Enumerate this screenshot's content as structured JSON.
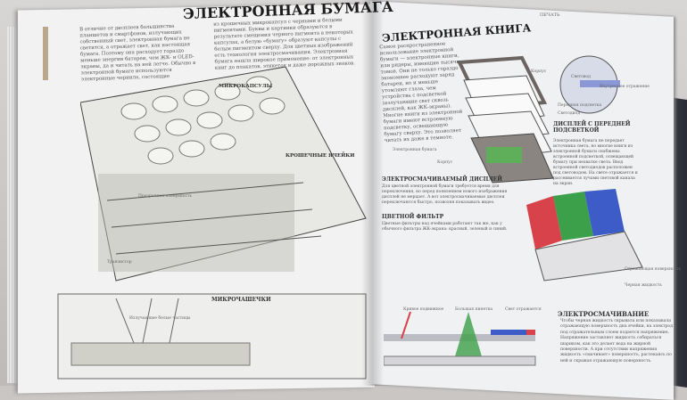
{
  "left_page": {
    "title": "ЭЛЕКТРОННАЯ БУМАГА",
    "intro_col1": "В отличие от дисплеев большинства планшетов и смартфонов, излучающих собственный свет, электронная бумага не светится, а отражает свет, как настоящая бумага. Поэтому она расходует гораздо меньше энергии батареи, чем ЖК- и OLED-экраны, да и читать на ней легче. Обычно в электронной бумаге используются электронные чернила, состоящие",
    "intro_col2": "из крошечных микрокапсул с черными и белыми пигментами. Буквы и картинки образуются в результате смещения черного пигмента в некоторых капсулах, а белую «бумагу» образуют капсулы с белым пигментом сверху. Для цветных изображений есть технология электросмачивания. Электронная бумага нашла широкое применение: от электронных книг до плакатов, этикеток и даже дорожных знаков.",
    "microcapsules_head": "МИКРОКАПСУЛЫ",
    "tiny_cells_head": "КРОШЕЧНЫЕ ЯЧЕЙКИ",
    "transistor_label": "Транзистор",
    "front_surface_label": "Прозрачная поверхность",
    "microcups_head": "МИКРОЧАШЕЧКИ",
    "white_particle_label": "Излучающее белые частицы"
  },
  "right_page": {
    "running_head": "ПЕЧАТЬ",
    "ebook_title": "ЭЛЕКТРОННАЯ КНИГА",
    "ebook_body": "Самое распространенное использование электронной бумаги — электронные книги, или ридеры, имеющие тысячи томов. Они не только гораздо экономнее расходуют заряд батареи, но и меньше утомляют глаза, чем устройства с подсветкой (излучающие свет сквозь дисплей, как ЖК-экраны). Многие книги из электронной бумаги имеют встроенную подсветку, освещающую бумагу сверху. Это позволяет читать их даже в темноте.",
    "labels": {
      "case_top": "Корпус",
      "light_guide": "Световод",
      "internal_reflection": "Внутреннее отражение",
      "front_light": "Передняя подсветка",
      "led": "Светодиод",
      "epaper": "Электронная бумага",
      "case_bottom": "Корпус"
    },
    "front_light_head": "ДИСПЛЕЙ С ПЕРЕДНЕЙ ПОДСВЕТКОЙ",
    "front_light_body": "Электронная бумага не передает источника света, но многие книги из электронной бумаги снабжены встроенной подсветкой, освещающей бумагу при нехватке света. Ввод встроенной светодиодов расположен под световодом. На свете отражается и рассеивается лучами световой канала на экран.",
    "electrowetting_display_head": "ЭЛЕКТРОСМАЧИВАЕМЫЙ ДИСПЛЕЙ",
    "electrowetting_display_body": "Для цветной электронной бумаги требуется время для переключения, но перед появлением нового изображения дисплей не мерцает. А вот электросмачиваемые дисплеи переключаются быстро, позволяя показывать видео.",
    "color_filter_head": "ЦВЕТНОЙ ФИЛЬТР",
    "color_filter_body": "Цветные фильтры над ячейками работают так же, как у обычного фильтра ЖК-экрана: красный, зеленый и синий.",
    "side_labels": [
      "Отражающая поверхность",
      "Черная жидкость"
    ],
    "bottom_labels": [
      "Кривое подвижное",
      "Большая пипетка",
      "Свет отражается"
    ],
    "electrowetting_head": "ЭЛЕКТРОСМАЧИВАНИЕ",
    "electrowetting_body": "Чтобы черная жидкость скрывала или показывала отражающую поверхность дна ячейки, на электрод под отражательным слоем подается напряжение. Напряжение заставляет жидкость собираться шариком, как это делает вода на жирной поверхности. А при отсутствии напряжения жидкость «смачивает» поверхность, растекаясь по ней и скрывая отражающую поверхность."
  }
}
